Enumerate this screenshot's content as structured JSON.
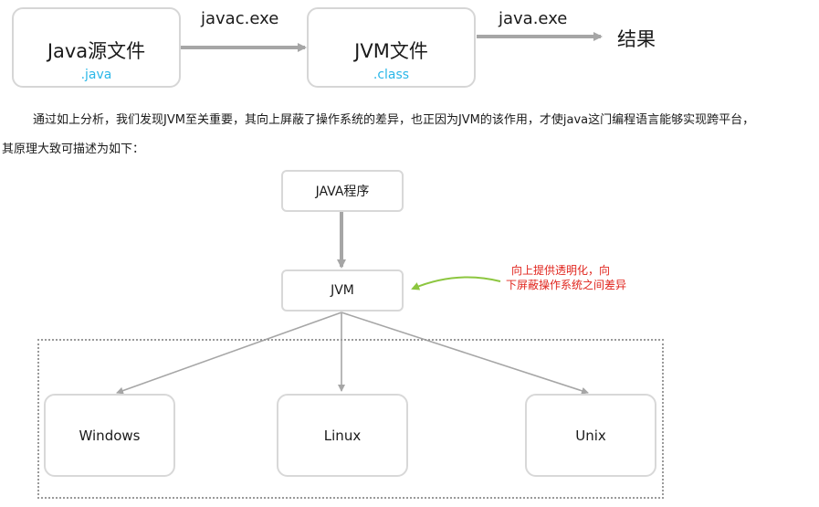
{
  "compile_flow": {
    "source_box": {
      "title": "Java源文件",
      "ext": ".java"
    },
    "compile_label": "javac.exe",
    "jvm_box": {
      "title": "JVM文件",
      "ext": ".class"
    },
    "run_label": "java.exe",
    "result": "结果"
  },
  "paragraph": {
    "line1": "通过如上分析，我们发现JVM至关重要，其向上屏蔽了操作系统的差异，也正因为JVM的该作用，才使java这门编程语言能够实现跨平台，",
    "line2": "其原理大致可描述为如下："
  },
  "architecture": {
    "program": "JAVA程序",
    "jvm": "JVM",
    "note_line1": "向上提供透明化，向",
    "note_line2": "下屏蔽操作系统之间差异",
    "os": [
      "Windows",
      "Linux",
      "Unix"
    ]
  },
  "colors": {
    "box_border": "#d6d6d6",
    "arrow": "#a6a6a6",
    "extension_text": "#2ab7e8",
    "note_text": "#e0241d",
    "note_arrow": "#8cc63f"
  }
}
